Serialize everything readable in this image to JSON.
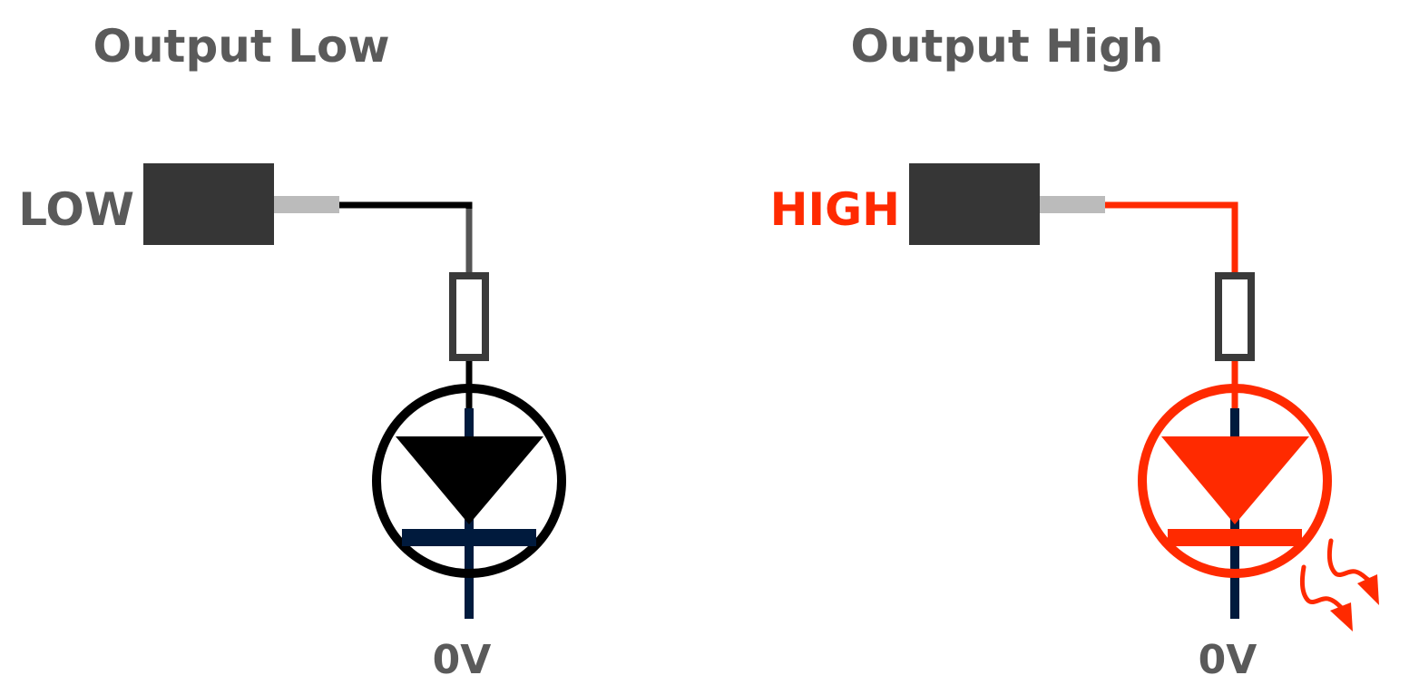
{
  "panels": [
    {
      "title": "Output Low",
      "state_label": "LOW",
      "ground_label": "0V",
      "led_lit": false,
      "colors": {
        "state_label": "#5a5a5a",
        "wire_pin": "#000000",
        "wire_drop": "#555555",
        "wire_resistor_out": "#000000",
        "led": "#000000",
        "cathode": "#001a3d"
      }
    },
    {
      "title": "Output High",
      "state_label": "HIGH",
      "ground_label": "0V",
      "led_lit": true,
      "colors": {
        "state_label": "#ff2a00",
        "wire_pin": "#ff2a00",
        "wire_drop": "#ff2a00",
        "wire_resistor_out": "#ff2a00",
        "led": "#ff2a00",
        "cathode": "#001a3d"
      }
    }
  ],
  "colors": {
    "chip": "#363636",
    "pin": "#bbbbbb",
    "resistor": "#3a3a3a"
  }
}
